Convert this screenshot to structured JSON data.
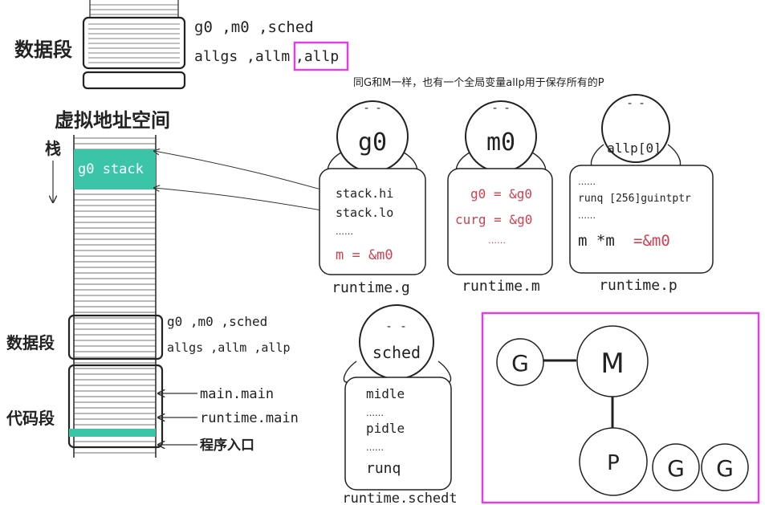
{
  "top_segment": {
    "label": "数据段",
    "line1": "g0 ,m0 ,sched",
    "line2a": "allgs ,allm",
    "line2b": ",allp"
  },
  "caption": "同G和M一样，也有一个全局变量allp用于保存所有的P",
  "memory": {
    "title": "虚拟地址空间",
    "stack_label": "栈",
    "g0_stack": "g0 stack",
    "data_label": "数据段",
    "data_line1": "g0 ,m0 ,sched",
    "data_line2": "allgs ,allm ,allp",
    "code_label": "代码段",
    "arrow_main": "main.main",
    "arrow_runtime_main": "runtime.main",
    "arrow_entry": "程序入口"
  },
  "structs": {
    "g": {
      "head": "g0",
      "lines": [
        "stack.hi",
        "stack.lo",
        "……",
        "m = &m0"
      ],
      "name": "runtime.g"
    },
    "m": {
      "head": "m0",
      "lines": [
        "g0 = &g0",
        "curg = &g0",
        "……"
      ],
      "name": "runtime.m"
    },
    "p": {
      "head": "allp[0]",
      "lines": [
        "……",
        "runq [256]guintptr",
        "……",
        "m *m =&m0"
      ],
      "name": "runtime.p"
    },
    "sched": {
      "head": "sched",
      "lines": [
        "midle",
        "……",
        "pidle",
        "……",
        "runq"
      ],
      "name": "runtime.schedt"
    }
  },
  "gmp": {
    "g_left": "G",
    "m": "M",
    "p": "P",
    "g1": "G",
    "g2": "G"
  },
  "colors": {
    "accent": "#e040e0",
    "teal": "#3cc4a8",
    "red": "#d04050",
    "ink": "#222222"
  }
}
